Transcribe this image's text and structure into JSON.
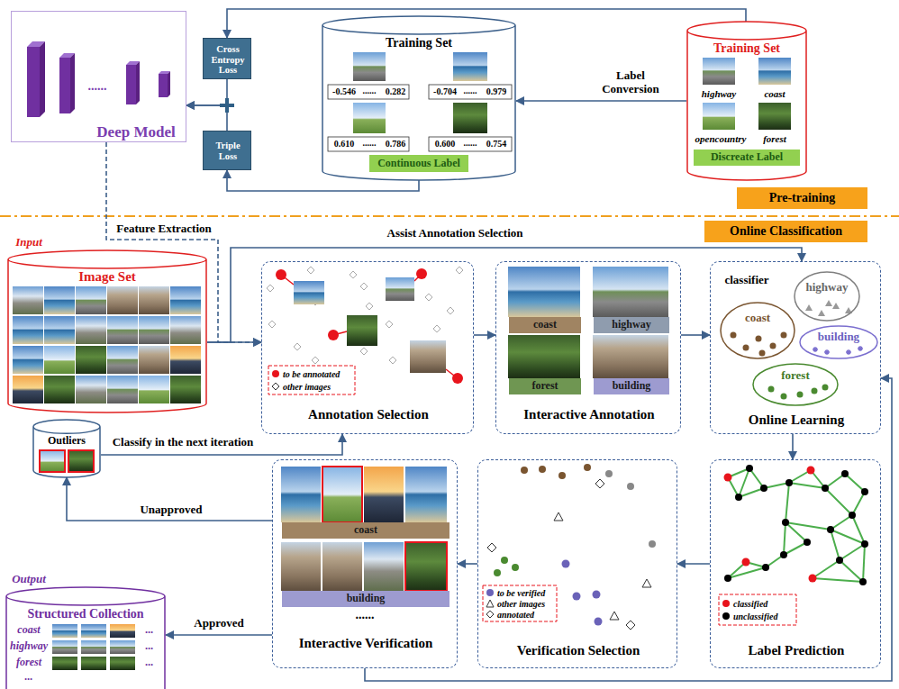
{
  "diagram": {
    "nodes": [
      {
        "text": [
          "Deep Model"
        ]
      },
      {
        "text": [
          "Cross Entropy Loss"
        ]
      },
      {
        "text": [
          "Triple Loss"
        ]
      },
      {
        "text": [
          "Training Set"
        ]
      },
      {
        "text": [
          "Continuous Label"
        ],
        "in": 3
      },
      {
        "text": [
          "Training Set"
        ]
      },
      {
        "text": [
          "Discreate Label"
        ],
        "in": 5
      },
      {
        "text": [
          "Pre-training"
        ]
      },
      {
        "text": [
          "Online Classification"
        ]
      },
      {
        "text": [
          "Input",
          "Image Set"
        ]
      },
      {
        "text": [
          "Annotation Selection"
        ]
      },
      {
        "text": [
          "Interactive Annotation"
        ]
      },
      {
        "text": [
          "coast"
        ],
        "in": 11
      },
      {
        "text": [
          "highway"
        ],
        "in": 11
      },
      {
        "text": [
          "forest"
        ],
        "in": 11
      },
      {
        "text": [
          "building"
        ],
        "in": 11
      },
      {
        "text": [
          "classifier",
          "Online Learning"
        ]
      },
      {
        "text": [
          "coast"
        ],
        "in": 16
      },
      {
        "text": [
          "highway"
        ],
        "in": 16
      },
      {
        "text": [
          "building"
        ],
        "in": 16
      },
      {
        "text": [
          "forest"
        ],
        "in": 16
      },
      {
        "text": [
          "Label Prediction"
        ]
      },
      {
        "text": [
          "Verification Selection"
        ]
      },
      {
        "text": [
          "Interactive Verification"
        ]
      },
      {
        "text": [
          "coast"
        ],
        "in": 23
      },
      {
        "text": [
          "building"
        ],
        "in": 23
      },
      {
        "text": [
          "Outliers"
        ]
      },
      {
        "text": [
          "Output",
          "Structured Collection"
        ]
      }
    ],
    "edges": [
      {
        "from": 5,
        "to": 3,
        "arrow": "to",
        "label": "Label Conversion"
      },
      {
        "from": 5,
        "to": 1,
        "arrow": "to"
      },
      {
        "from": 3,
        "to": 2,
        "arrow": "to"
      },
      {
        "from": 1,
        "to": 0,
        "arrow": "to"
      },
      {
        "from": 2,
        "to": 0,
        "arrow": "to"
      },
      {
        "from": 0,
        "to": 10,
        "arrow": "to",
        "label": "Feature Extraction"
      },
      {
        "from": 9,
        "to": 10,
        "arrow": "to"
      },
      {
        "from": 9,
        "to": 16,
        "arrow": "to",
        "label": "Assist Annotation Selection"
      },
      {
        "from": 10,
        "to": 11,
        "arrow": "to"
      },
      {
        "from": 11,
        "to": 16,
        "arrow": "to"
      },
      {
        "from": 16,
        "to": 21,
        "arrow": "to"
      },
      {
        "from": 21,
        "to": 22,
        "arrow": "to"
      },
      {
        "from": 22,
        "to": 23,
        "arrow": "to"
      },
      {
        "from": 23,
        "to": 26,
        "arrow": "to",
        "label": "Unapproved"
      },
      {
        "from": 23,
        "to": 27,
        "arrow": "to",
        "label": "Approved"
      },
      {
        "from": 26,
        "to": 10,
        "arrow": "to",
        "label": "Classify in the next iteration"
      },
      {
        "from": 23,
        "to": 16,
        "arrow": "to"
      }
    ],
    "labels": [
      "......",
      "-0.546",
      "......",
      "0.282",
      "-0.704",
      "......",
      "0.979",
      "0.610",
      "......",
      "0.786",
      "0.600",
      "......",
      "0.754",
      "highway",
      "coast",
      "opencountry",
      "forest",
      "......",
      "coast",
      "highway",
      "forest",
      "...",
      "...",
      "...",
      "..."
    ],
    "legend": [
      {
        "text": "to be annotated",
        "color": "#e8141c"
      },
      {
        "text": "other images"
      },
      {
        "text": "classified",
        "color": "#e8141c"
      },
      {
        "text": "unclassified",
        "color": "#000000"
      },
      {
        "text": "to be verified",
        "color": "#6a62b8"
      },
      {
        "text": "other images"
      },
      {
        "text": "annotated"
      }
    ]
  }
}
